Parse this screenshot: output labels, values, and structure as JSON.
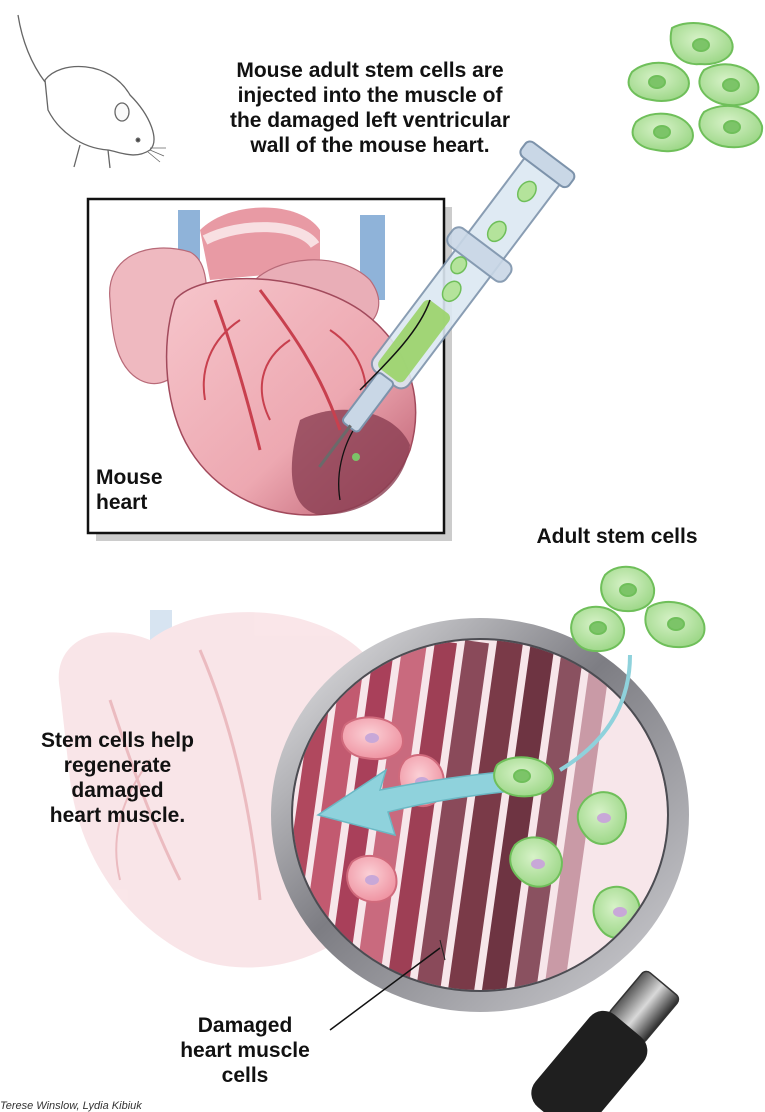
{
  "captions": {
    "top": [
      "Mouse adult stem cells are",
      "injected into the muscle of",
      "the damaged left ventricular",
      "wall of the mouse heart."
    ],
    "mouse_heart": [
      "Mouse",
      "heart"
    ],
    "adult_stem_cells": "Adult stem cells",
    "regenerate": [
      "Stem cells help",
      "regenerate",
      "damaged",
      "heart muscle."
    ],
    "damaged_cells": [
      "Damaged",
      "heart muscle",
      "cells"
    ],
    "credit": "Terese Winslow, Lydia Kibiuk"
  },
  "colors": {
    "stem_cell_fill": "#b8e6a4",
    "stem_cell_edge": "#6fbf5a",
    "heart_pink": "#f2b8bf",
    "heart_red": "#c8404e",
    "damaged_maroon": "#7a3a48",
    "vessel_blue": "#8fb3d9",
    "arrow_cyan": "#8fd2dc",
    "muscle_red": "#b0485e",
    "muscle_cell_pink": "#f29aa8",
    "lens_rim": "#6f6f74"
  }
}
